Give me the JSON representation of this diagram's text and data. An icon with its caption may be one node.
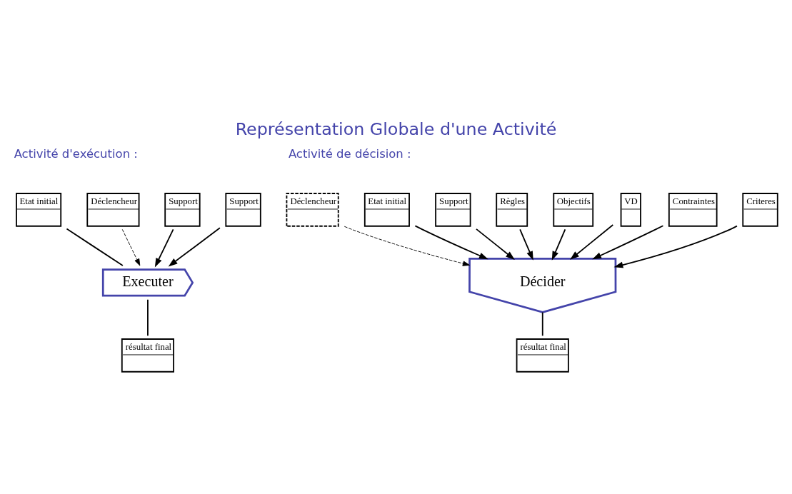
{
  "diagram": {
    "title": "Représentation Globale d'une Activité",
    "nodes": [
      {
        "text": [
          "Etat initial"
        ]
      },
      {
        "text": [
          "Déclencheur"
        ]
      },
      {
        "text": [
          "Executer"
        ]
      },
      {
        "text": [
          "résultat final"
        ]
      },
      {
        "text": [
          "Support"
        ]
      },
      {
        "text": [
          "Support"
        ]
      },
      {
        "text": [
          "Déclencheur"
        ]
      },
      {
        "text": [
          "Etat initial"
        ]
      },
      {
        "text": [
          "Décider"
        ]
      },
      {
        "text": [
          "Support"
        ]
      },
      {
        "text": [
          "Règles"
        ]
      },
      {
        "text": [
          "Objectifs"
        ]
      },
      {
        "text": [
          "VD"
        ]
      },
      {
        "text": [
          "Contraintes"
        ]
      },
      {
        "text": [
          "Criteres"
        ]
      },
      {
        "text": [
          "résultat final"
        ]
      }
    ],
    "edges": [
      {
        "from": 0,
        "to": 2,
        "arrow": "none"
      },
      {
        "from": 1,
        "to": 2,
        "arrow": "to",
        "style": "dashed"
      },
      {
        "from": 2,
        "to": 3,
        "arrow": "none"
      },
      {
        "from": 4,
        "to": 2,
        "arrow": "to"
      },
      {
        "from": 5,
        "to": 2,
        "arrow": "to"
      },
      {
        "from": 6,
        "to": 8,
        "arrow": "to",
        "style": "dashed"
      },
      {
        "from": 7,
        "to": 8,
        "arrow": "to"
      },
      {
        "from": 9,
        "to": 8,
        "arrow": "to"
      },
      {
        "from": 10,
        "to": 8,
        "arrow": "to"
      },
      {
        "from": 11,
        "to": 8,
        "arrow": "to"
      },
      {
        "from": 12,
        "to": 8,
        "arrow": "to"
      },
      {
        "from": 13,
        "to": 8,
        "arrow": "to"
      },
      {
        "from": 14,
        "to": 8,
        "arrow": "to"
      },
      {
        "from": 8,
        "to": 15,
        "arrow": "none"
      }
    ],
    "labels": [
      "Activité d'exécution :",
      "Activité de décision :"
    ]
  }
}
